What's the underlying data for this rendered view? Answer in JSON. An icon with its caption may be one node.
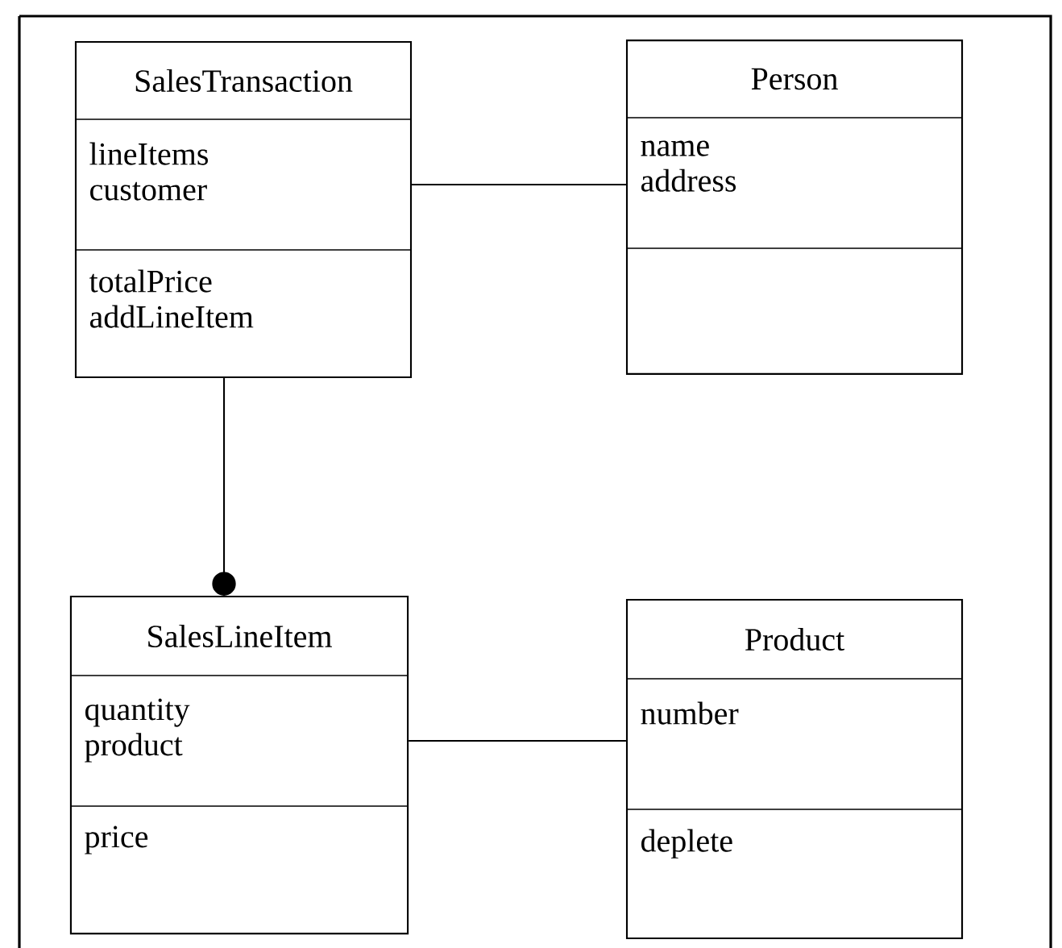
{
  "diagram": {
    "nodes": [
      {
        "text": [
          "SalesTransaction",
          "lineItems customer",
          "totalPrice addLineItem"
        ]
      },
      {
        "text": [
          "Person",
          "name address"
        ]
      },
      {
        "text": [
          "SalesLineItem",
          "quantity product",
          "price"
        ]
      },
      {
        "text": [
          "Product",
          "number",
          "deplete"
        ]
      }
    ],
    "edges": [
      {
        "from": 0,
        "to": 1,
        "arrow": "none"
      },
      {
        "from": 0,
        "to": 2,
        "arrow": "other"
      },
      {
        "from": 2,
        "to": 3,
        "arrow": "none"
      }
    ]
  }
}
